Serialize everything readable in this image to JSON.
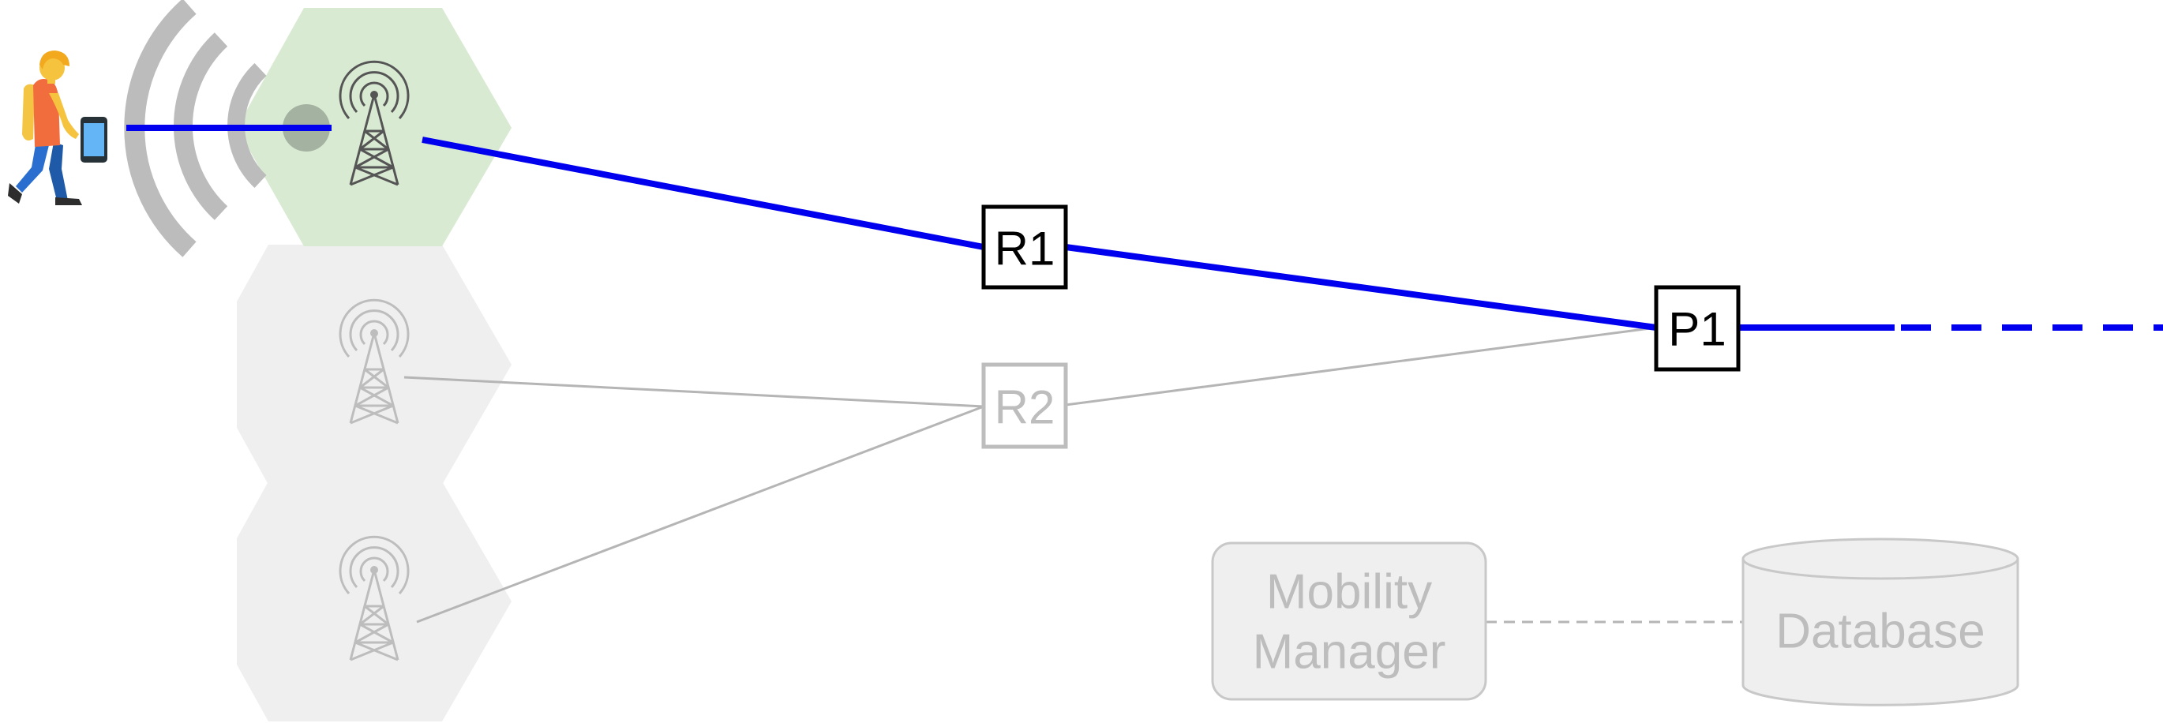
{
  "nodes": {
    "r1": {
      "label": "R1"
    },
    "r2": {
      "label": "R2"
    },
    "p1": {
      "label": "P1"
    },
    "mobility_manager": {
      "line1": "Mobility",
      "line2": "Manager"
    },
    "database": {
      "label": "Database"
    }
  },
  "colors": {
    "active_path": "#0000ee",
    "inactive_line": "#b5b5b5",
    "active_cell": "#d9ead3",
    "inactive_cell": "#efefef",
    "inactive_text": "#bdbdbd"
  },
  "icons": {
    "user": "walking-person-icon",
    "phone": "smartphone-icon",
    "signal": "wireless-signal-icon",
    "tower": "cell-tower-icon"
  }
}
